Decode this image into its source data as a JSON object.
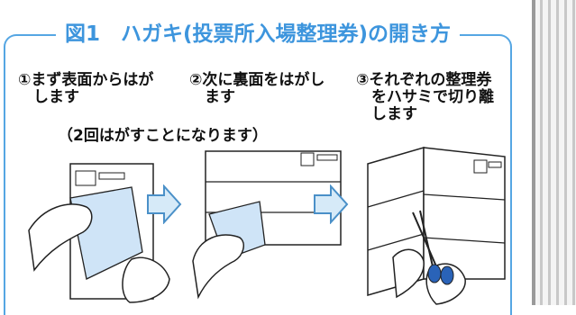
{
  "figure": {
    "title": "図1　ハガキ(投票所入場整理券)の開き方",
    "note": "（2回はがすことになります）",
    "steps": [
      {
        "label": "①まず表面からはが\n　します"
      },
      {
        "label": "②次に裏面をはがし\n　ます"
      },
      {
        "label": "③それぞれの整理券\n　をハサミで切り離\n　します"
      }
    ]
  },
  "colors": {
    "accent": "#3d95dd",
    "frame": "#55a6e3",
    "arrow_fill": "#d6eaf8",
    "arrow_stroke": "#4a90c8",
    "card_blue": "#cfe4f7"
  }
}
